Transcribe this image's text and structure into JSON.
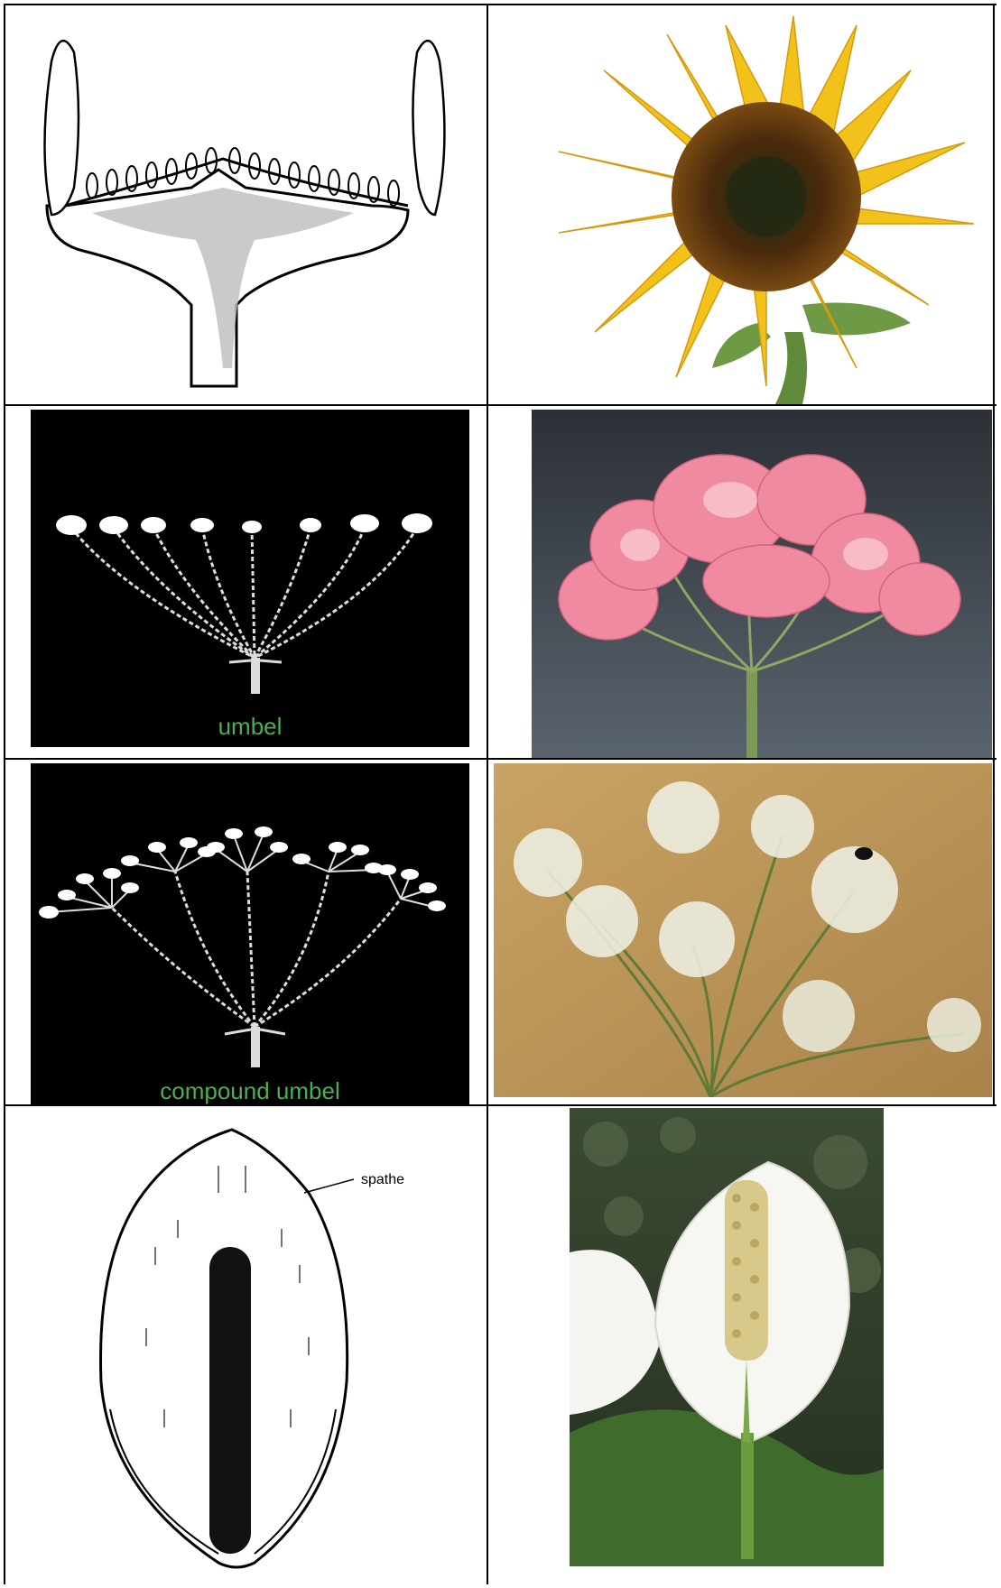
{
  "rows": [
    {
      "diagram": {
        "kind": "capitulum-section",
        "label": ""
      },
      "photo": {
        "subject": "sunflower"
      }
    },
    {
      "diagram": {
        "kind": "umbel",
        "label": "umbel"
      },
      "photo": {
        "subject": "pink-geranium-umbel"
      }
    },
    {
      "diagram": {
        "kind": "compound-umbel",
        "label": "compound umbel"
      },
      "photo": {
        "subject": "compound-umbel-wildflower"
      }
    },
    {
      "diagram": {
        "kind": "spadix",
        "label": "spathe"
      },
      "photo": {
        "subject": "peace-lily-spadix"
      }
    }
  ],
  "colors": {
    "label_green": "#4caf50",
    "border": "#000000"
  }
}
